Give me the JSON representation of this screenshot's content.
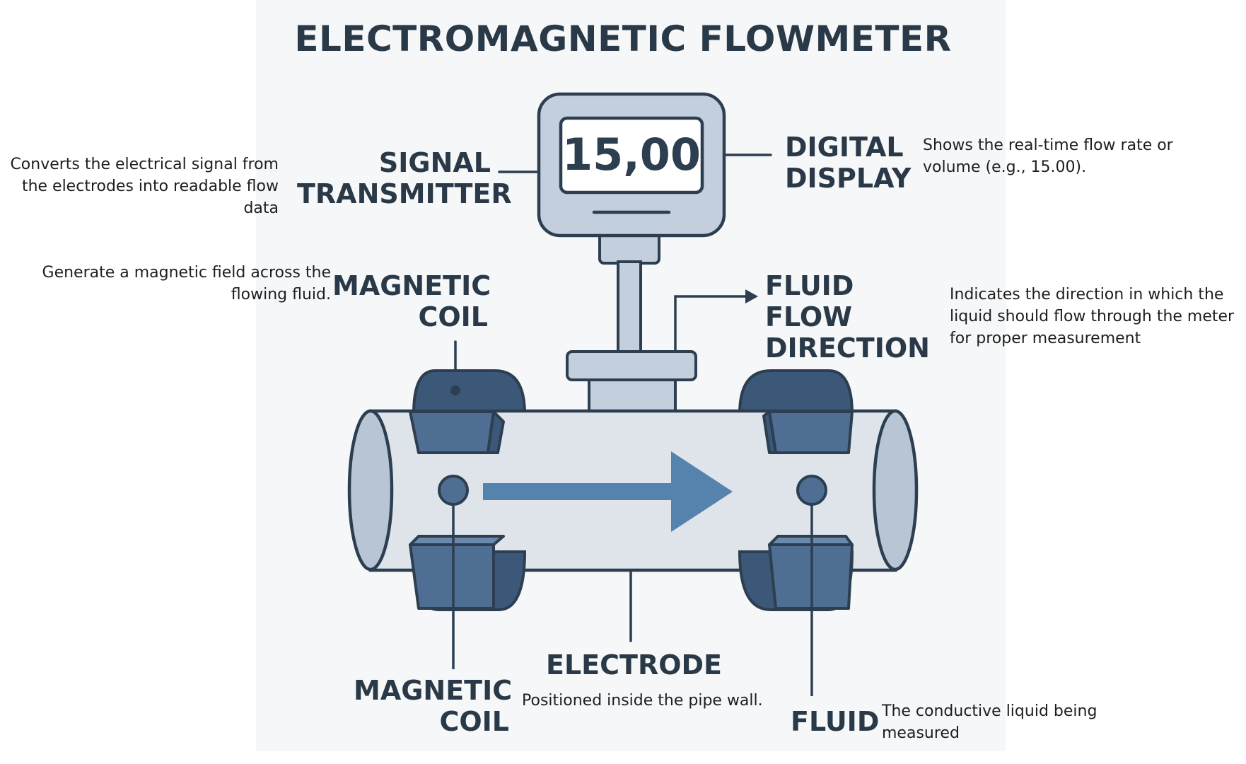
{
  "title": "ELECTROMAGNETIC FLOWMETER",
  "display_value": "15,00",
  "labels": {
    "signal_transmitter": "SIGNAL\nTRANSMITTER",
    "digital_display": "DIGITAL\nDISPLAY",
    "magnetic_coil_top": "MAGNETIC\nCOIL",
    "fluid_flow_direction": "FLUID FLOW\nDIRECTION",
    "electrode": "ELECTRODE",
    "magnetic_coil_bottom": "MAGNETIC\nCOIL",
    "fluid": "FLUID"
  },
  "descriptions": {
    "signal_transmitter": "Converts the electrical signal from the electrodes into readable flow data",
    "digital_display": "Shows the real-time flow rate or volume (e.g., 15.00).",
    "magnetic_coil": "Generate a magnetic field across the flowing fluid.",
    "fluid_flow_direction": "Indicates the direction in which the liquid should flow through the meter for proper measurement",
    "electrode": "Positioned inside the pipe wall.",
    "fluid": "The conductive liquid being measured"
  },
  "colors": {
    "outline": "#2c3e50",
    "coil": "#4e6f93",
    "coil_dark": "#3b5878",
    "pipe": "#dfe4ea",
    "pipe_end": "#b7c5d4",
    "housing": "#c3cfdc",
    "arrow": "#5583ad",
    "screen": "#ffffff"
  }
}
